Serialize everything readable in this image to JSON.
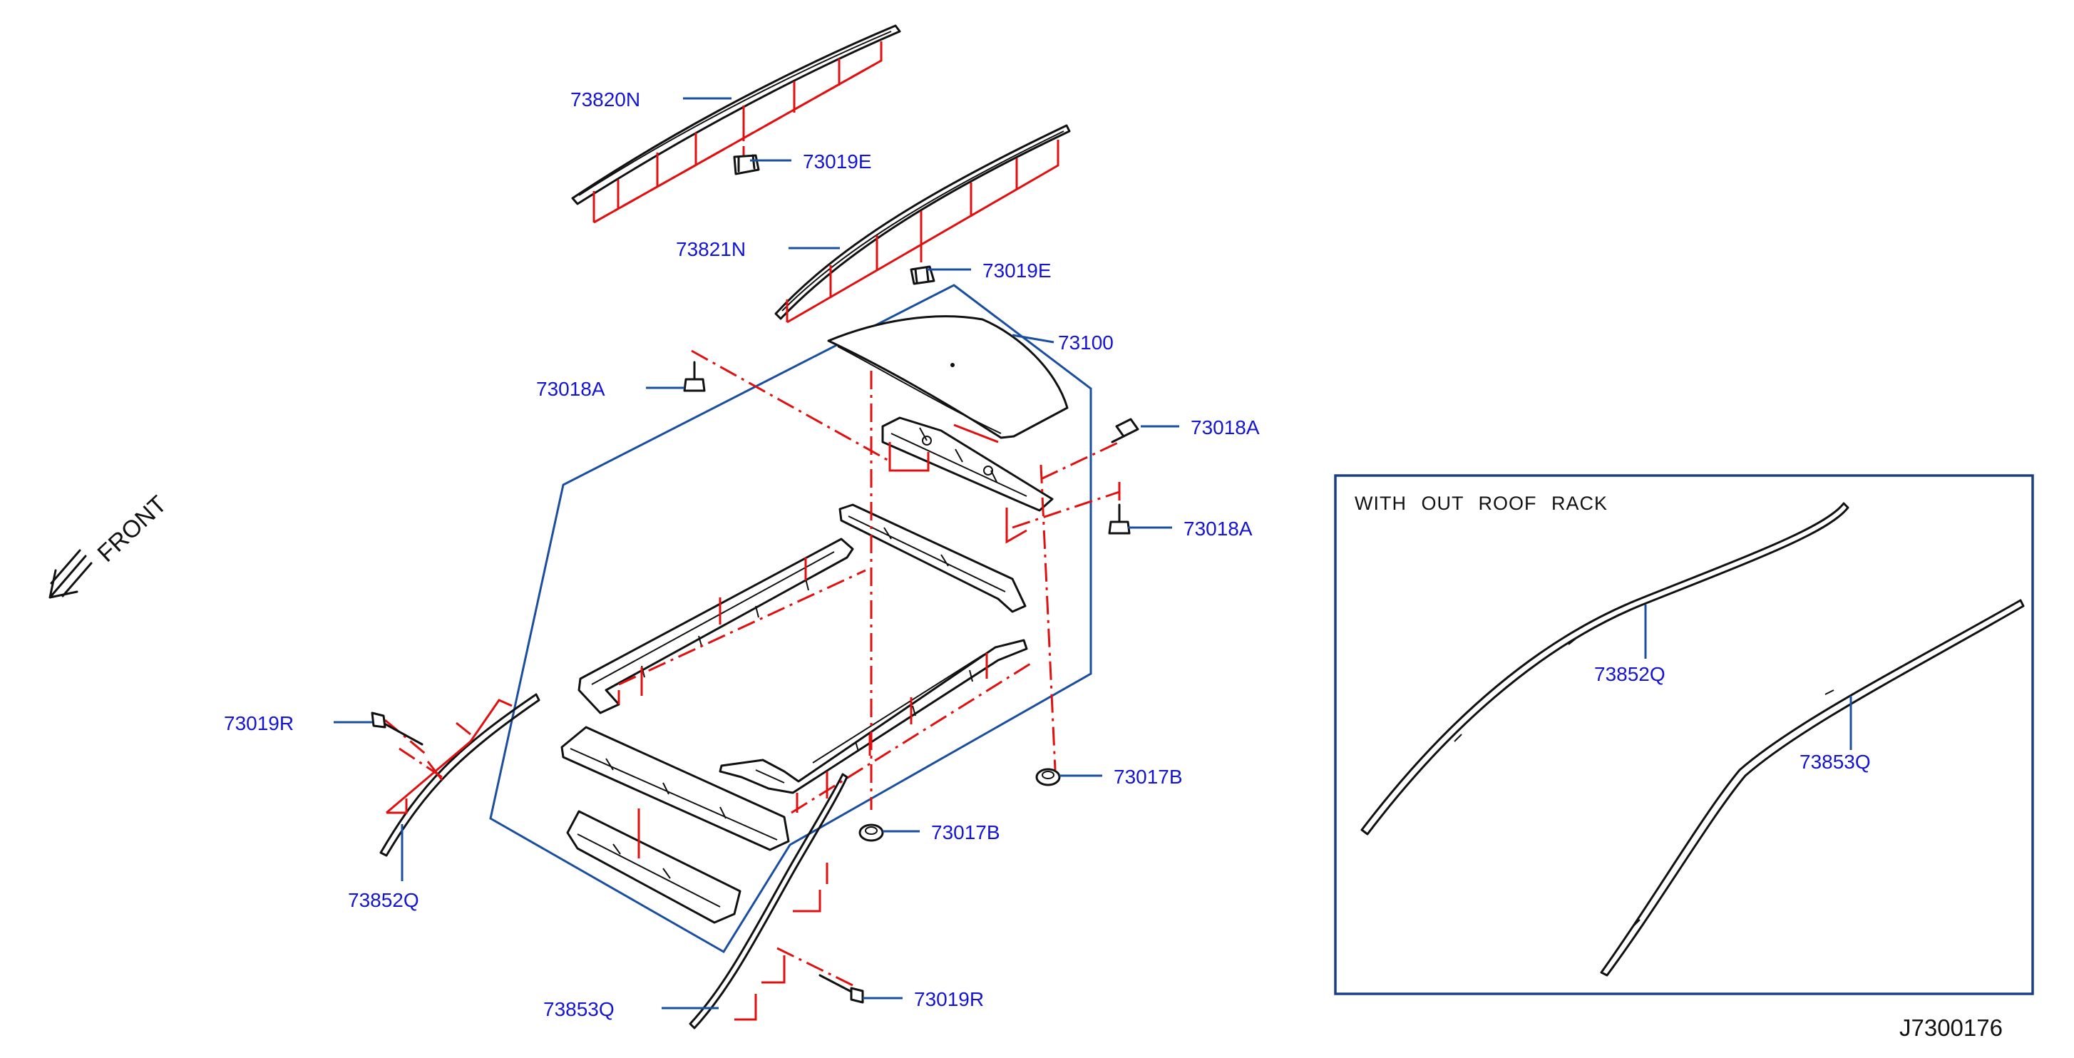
{
  "callouts": {
    "c73820N": "73820N",
    "c73019E_1": "73019E",
    "c73821N": "73821N",
    "c73019E_2": "73019E",
    "c73100": "73100",
    "c73018A_1": "73018A",
    "c73018A_2": "73018A",
    "c73018A_3": "73018A",
    "c73019R_1": "73019R",
    "c73017B_1": "73017B",
    "c73017B_2": "73017B",
    "c73852Q_1": "73852Q",
    "c73853Q_1": "73853Q",
    "c73019R_2": "73019R"
  },
  "inset": {
    "title": "WITH OUT ROOF RACK",
    "c73852Q": "73852Q",
    "c73853Q": "73853Q"
  },
  "front_label": "FRONT",
  "diagram_id": "J7300176",
  "colors": {
    "callout_text": "#1414d2",
    "leader_line": "#1a4ea0",
    "phantom_line": "#e01010",
    "part_line": "#111111"
  }
}
